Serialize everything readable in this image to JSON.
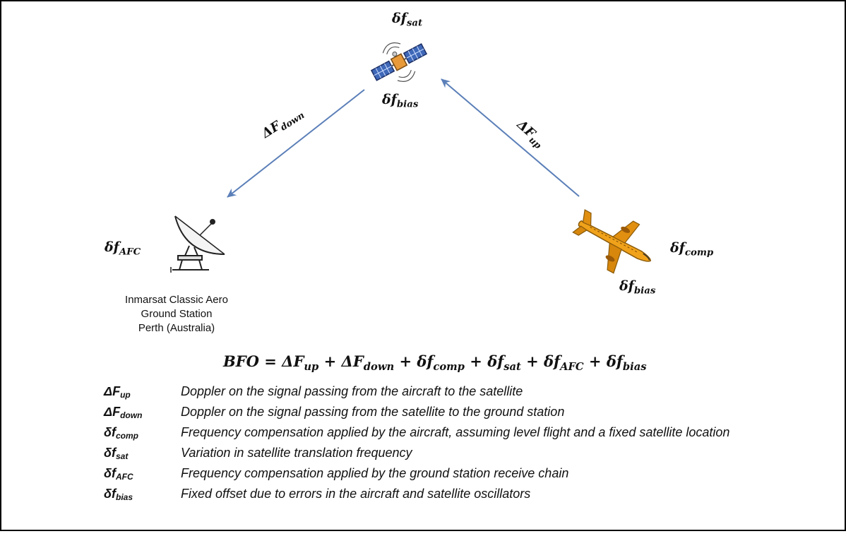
{
  "satellite": {
    "top_label_main": "δf",
    "top_label_sub": "sat",
    "bottom_label_main": "δf",
    "bottom_label_sub": "bias"
  },
  "downlink": {
    "main": "ΔF",
    "sub": "down"
  },
  "uplink": {
    "main": "ΔF",
    "sub": "up"
  },
  "ground_station": {
    "label_main": "δf",
    "label_sub": "AFC",
    "name_lines": [
      "Inmarsat Classic Aero",
      "Ground Station",
      "Perth (Australia)"
    ]
  },
  "aircraft": {
    "right_label_main": "δf",
    "right_label_sub": "comp",
    "bottom_label_main": "δf",
    "bottom_label_sub": "bias"
  },
  "equation": {
    "lhs": "BFO",
    "equals": " = ",
    "terms": [
      {
        "main": "ΔF",
        "sub": "up",
        "op": ""
      },
      {
        "main": "ΔF",
        "sub": "down",
        "op": " + "
      },
      {
        "main": "δf",
        "sub": "comp",
        "op": " + "
      },
      {
        "main": "δf",
        "sub": "sat",
        "op": " + "
      },
      {
        "main": "δf",
        "sub": "AFC",
        "op": " + "
      },
      {
        "main": "δf",
        "sub": "bias",
        "op": " + "
      }
    ]
  },
  "legend": [
    {
      "sym": "ΔF",
      "sub": "up",
      "desc": "Doppler on the signal passing from the aircraft to the satellite"
    },
    {
      "sym": "ΔF",
      "sub": "down",
      "desc": "Doppler on the signal passing from the satellite to the ground station"
    },
    {
      "sym": "δf",
      "sub": "comp",
      "desc": "Frequency compensation applied by the aircraft, assuming level flight and a fixed satellite location"
    },
    {
      "sym": "δf",
      "sub": "sat",
      "desc": "Variation in satellite translation frequency"
    },
    {
      "sym": "δf",
      "sub": "AFC",
      "desc": "Frequency compensation applied by the ground station receive chain"
    },
    {
      "sym": "δf",
      "sub": "bias",
      "desc": "Fixed offset due to errors in the aircraft and satellite oscillators"
    }
  ],
  "colors": {
    "arrow": "#5b7fb8",
    "dish": "#222222",
    "plane_body": "#f0a21a",
    "panel": "#3f68b8"
  }
}
